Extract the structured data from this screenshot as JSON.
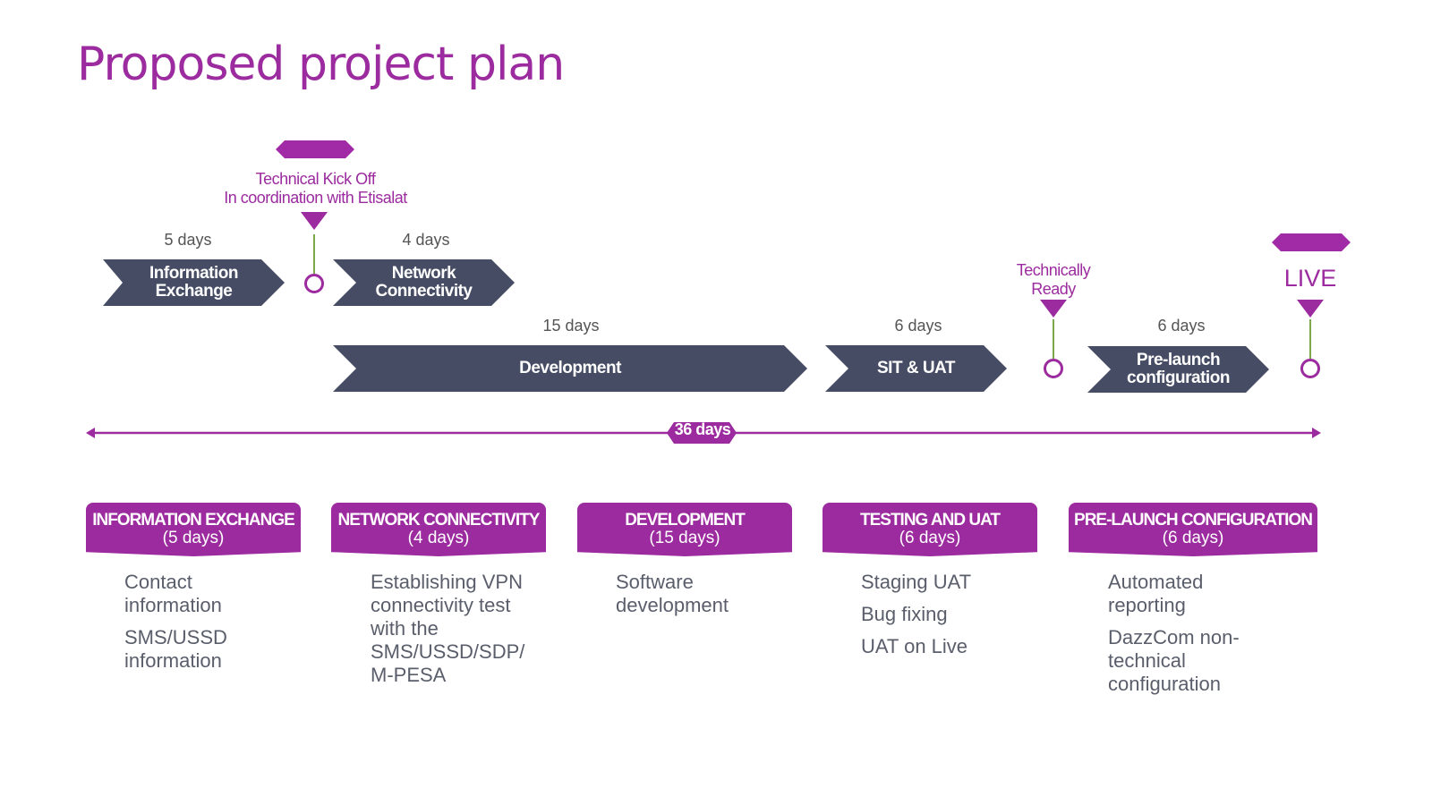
{
  "title": "Proposed project plan",
  "timeline": {
    "phases": [
      {
        "label": "Information\nExchange",
        "duration": "5 days"
      },
      {
        "label": "Network\nConnectivity",
        "duration": "4 days"
      },
      {
        "label": "Development",
        "duration": "15 days"
      },
      {
        "label": "SIT & UAT",
        "duration": "6 days"
      },
      {
        "label": "Pre-launch\nconfiguration",
        "duration": "6 days"
      }
    ],
    "milestones": {
      "kickoff": "Technical Kick Off\nIn coordination with Etisalat",
      "ready": "Technically\nReady",
      "live": "LIVE"
    },
    "total": "36 days"
  },
  "details": [
    {
      "title": "INFORMATION EXCHANGE",
      "sub": "(5 days)",
      "items": [
        "Contact\ninformation",
        "SMS/USSD\ninformation"
      ]
    },
    {
      "title": "NETWORK CONNECTIVITY",
      "sub": "(4 days)",
      "items": [
        "Establishing VPN\nconnectivity test\nwith the\nSMS/USSD/SDP/\nM-PESA"
      ]
    },
    {
      "title": "DEVELOPMENT",
      "sub": "(15 days)",
      "items": [
        "Software\ndevelopment"
      ]
    },
    {
      "title": "TESTING AND UAT",
      "sub": "(6 days)",
      "items": [
        "Staging UAT",
        "Bug fixing",
        "UAT on Live"
      ]
    },
    {
      "title": "PRE-LAUNCH CONFIGURATION",
      "sub": "(6 days)",
      "items": [
        "Automated\nreporting",
        "DazzCom non-\ntechnical\nconfiguration"
      ]
    }
  ],
  "colors": {
    "accent": "#9b2b9e",
    "chevron": "#464c63",
    "stem": "#7ba84a"
  }
}
